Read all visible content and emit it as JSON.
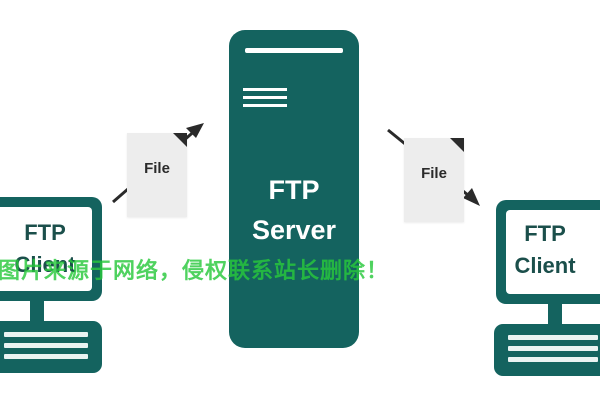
{
  "server": {
    "line1": "FTP",
    "line2": "Server"
  },
  "client_left": {
    "line1": "FTP",
    "line2": "Client"
  },
  "client_right": {
    "line1": "FTP",
    "line2": "Client"
  },
  "file_left": {
    "label": "File"
  },
  "file_right": {
    "label": "File"
  },
  "watermark": {
    "text": "图片来源于网络，侵权联系站长删除！"
  },
  "colors": {
    "primary": "#14635f",
    "screen": "#ffffff",
    "file": "#ededed",
    "watermark": "#28c83c"
  }
}
